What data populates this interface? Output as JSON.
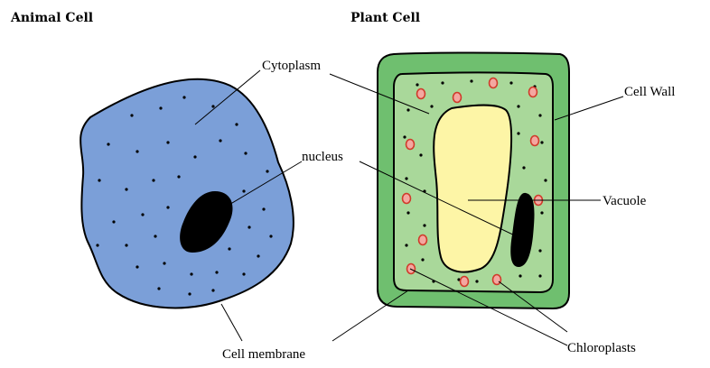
{
  "titles": {
    "animal": "Animal Cell",
    "plant": "Plant Cell"
  },
  "labels": {
    "cytoplasm": "Cytoplasm",
    "nucleus": "nucleus",
    "cell_membrane": "Cell membrane",
    "cell_wall": "Cell Wall",
    "vacuole": "Vacuole",
    "chloroplasts": "Chloroplasts"
  },
  "colors": {
    "animal_cytoplasm": "#7b9fd8",
    "plant_wall": "#6fbf6f",
    "plant_cytoplasm": "#a9d89a",
    "vacuole": "#fdf5a6",
    "chloroplast_fill": "#f4a7a0",
    "chloroplast_stroke": "#d03a2a",
    "nucleus": "#000000",
    "outline": "#000000"
  }
}
